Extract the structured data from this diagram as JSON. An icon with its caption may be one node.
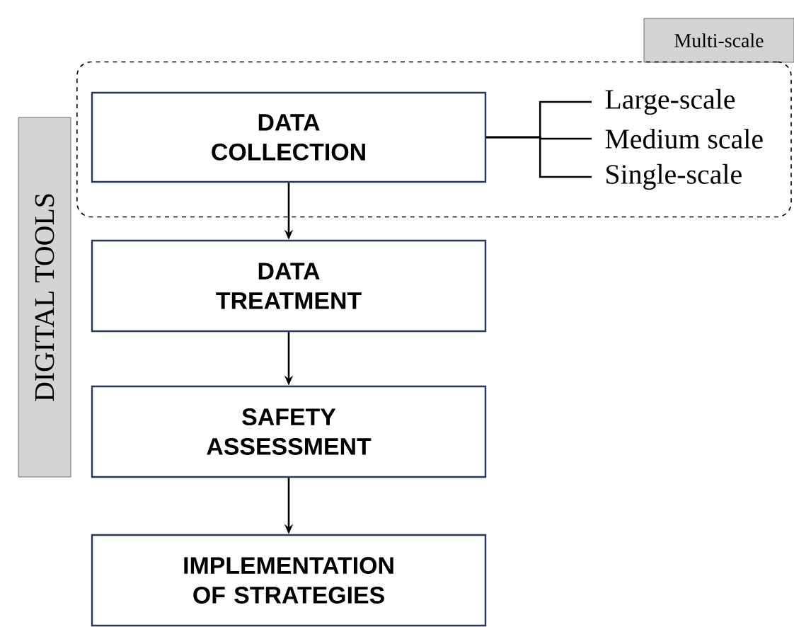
{
  "diagram": {
    "nodes": [
      {
        "text": [
          "Multi-scale"
        ]
      },
      {
        "text": [],
        "shape": "box"
      },
      {
        "text": [
          "DATA COLLECTION"
        ],
        "in": 1
      },
      {
        "text": [
          "Large-scale"
        ],
        "in": 1
      },
      {
        "text": [
          "Medium scale"
        ],
        "in": 1
      },
      {
        "text": [
          "Single-scale"
        ],
        "in": 1
      },
      {
        "text": [
          "DATA TREATMENT"
        ]
      },
      {
        "text": [
          "SAFETY ASSESSMENT"
        ]
      },
      {
        "text": [
          "IMPLEMENTATION OF STRATEGIES"
        ]
      },
      {
        "text": [
          "DIGITAL TOOLS"
        ]
      }
    ],
    "edges": [
      {
        "from": 2,
        "to": 3,
        "arrow": "none"
      },
      {
        "from": 2,
        "to": 4,
        "arrow": "none"
      },
      {
        "from": 2,
        "to": 5,
        "arrow": "none"
      },
      {
        "from": 2,
        "to": 6,
        "arrow": "to"
      },
      {
        "from": 6,
        "to": 7,
        "arrow": "to"
      },
      {
        "from": 7,
        "to": 8,
        "arrow": "to"
      }
    ]
  }
}
